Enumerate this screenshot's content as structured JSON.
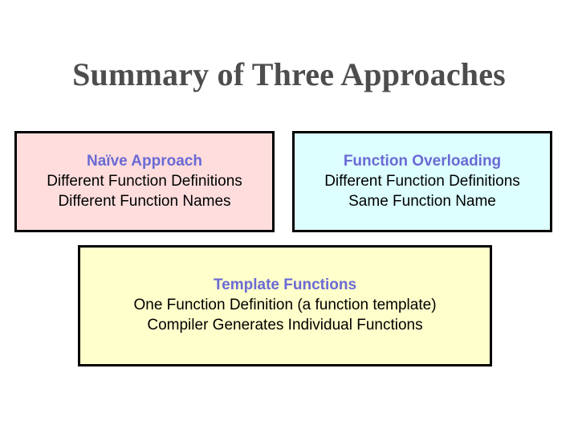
{
  "slide": {
    "title": "Summary of Three Approaches",
    "background_color": "#ffffff",
    "title_color": "#4d4d4d"
  },
  "boxes": [
    {
      "id": "naive",
      "heading": "Naïve Approach",
      "heading_color": "#6a6ad4",
      "background_color": "#ffdddd",
      "border_color": "#000000",
      "lines": [
        "Different Function Definitions",
        "Different Function Names"
      ]
    },
    {
      "id": "overloading",
      "heading": "Function Overloading",
      "heading_color": "#6a6ad4",
      "background_color": "#ddffff",
      "border_color": "#000000",
      "lines": [
        "Different Function Definitions",
        "Same Function Name"
      ]
    },
    {
      "id": "template",
      "heading": "Template Functions",
      "heading_color": "#6a6ad4",
      "background_color": "#ffffcc",
      "border_color": "#000000",
      "lines": [
        "One Function Definition (a function template)",
        "Compiler Generates Individual Functions"
      ]
    }
  ]
}
